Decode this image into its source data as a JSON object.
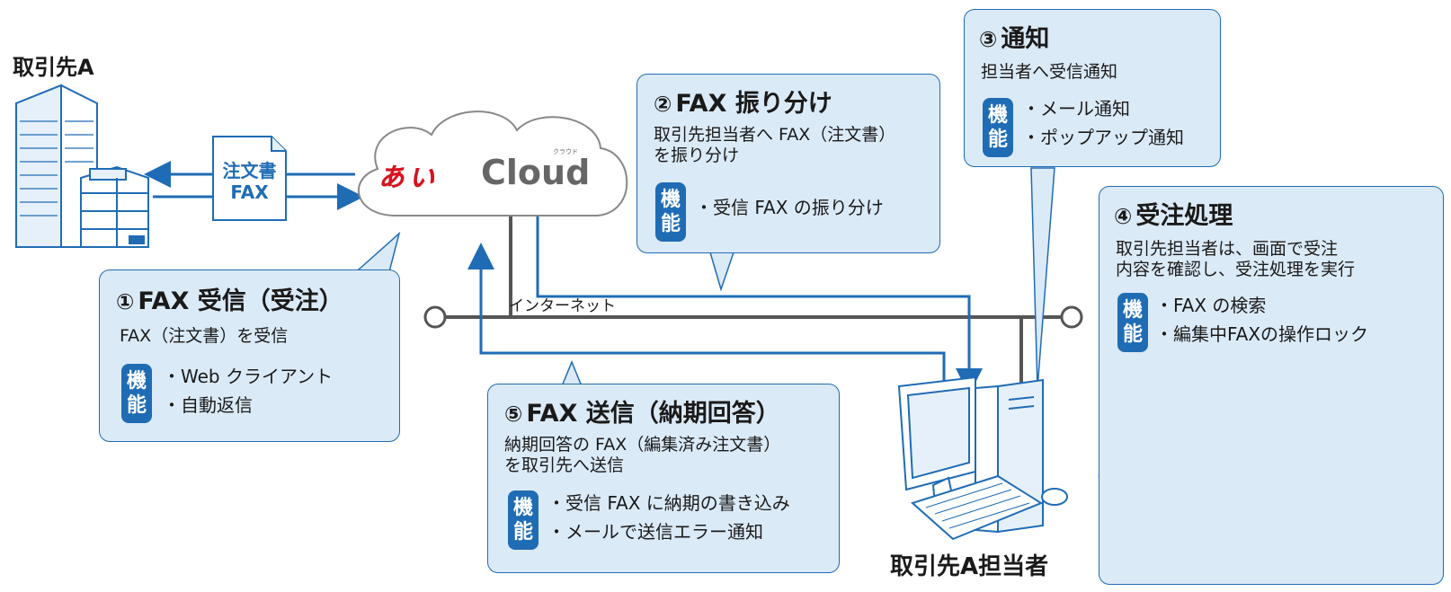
{
  "company_label": "取引先A",
  "person_label": "取引先A担当者",
  "doc_label": [
    "注文書",
    "FAX"
  ],
  "logo": {
    "text": "Cloud",
    "small": "クラウド"
  },
  "internet_label": "インターネット",
  "kino": [
    "機",
    "能"
  ],
  "callouts": {
    "c1": {
      "num": "①",
      "title": "FAX 受信（受注）",
      "desc": [
        "FAX（注文書）を受信"
      ],
      "features": [
        "・Web クライアント",
        "・自動返信"
      ]
    },
    "c2": {
      "num": "②",
      "title": "FAX 振り分け",
      "desc": [
        "取引先担当者へ FAX（注文書）",
        "を振り分け"
      ],
      "features": [
        "・受信 FAX の振り分け"
      ]
    },
    "c3": {
      "num": "③",
      "title": "通知",
      "desc": [
        "担当者へ受信通知"
      ],
      "features": [
        "・メール通知",
        "・ポップアップ通知"
      ]
    },
    "c4": {
      "num": "④",
      "title": "受注処理",
      "desc": [
        "取引先担当者は、画面で受注",
        "内容を確認し、受注処理を実行"
      ],
      "features": [
        "・FAX の検索",
        "・編集中FAXの操作ロック"
      ]
    },
    "c5": {
      "num": "⑤",
      "title": "FAX 送信（納期回答）",
      "desc": [
        "納期回答の FAX（編集済み注文書）",
        "を取引先へ送信"
      ],
      "features": [
        "・受信 FAX に納期の書き込み",
        "・メールで送信エラー通知"
      ]
    }
  },
  "colors": {
    "accent": "#1f6cb5",
    "callout_bg": "#dbeaf7",
    "logo_red": "#d7121f",
    "line": "#555555"
  }
}
